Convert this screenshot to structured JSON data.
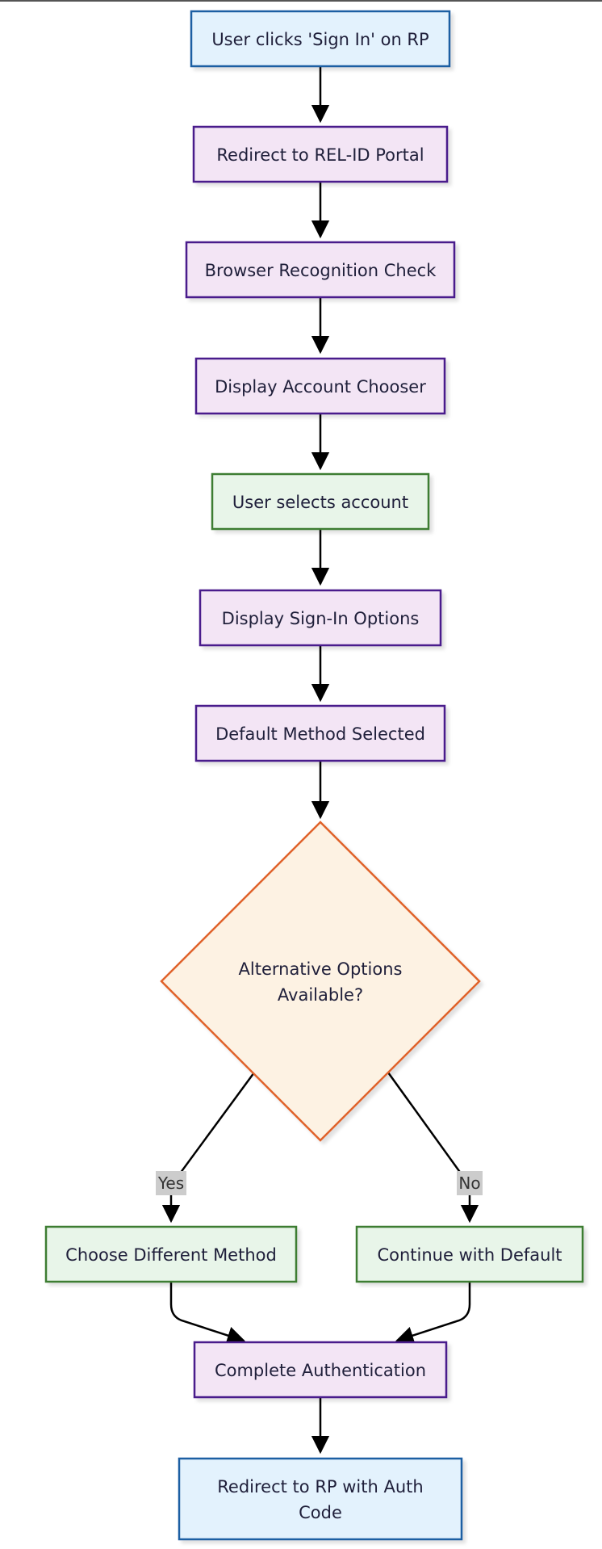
{
  "diagram": {
    "type": "flowchart",
    "colors": {
      "start_end_fill": "#e3f2fd",
      "start_end_stroke": "#1f5fa3",
      "process_fill": "#f3e5f5",
      "process_stroke": "#4a1a8c",
      "user_fill": "#e8f5e9",
      "user_stroke": "#3e7d33",
      "decision_fill": "#fdf2e3",
      "decision_stroke": "#e0622b",
      "edge": "#000000",
      "label_bg": "#cccccc"
    },
    "nodes": {
      "n1": "User clicks 'Sign In' on RP",
      "n2": "Redirect to REL-ID Portal",
      "n3": "Browser Recognition Check",
      "n4": "Display Account Chooser",
      "n5": "User selects account",
      "n6": "Display Sign-In Options",
      "n7": "Default Method Selected",
      "n8_line1": "Alternative Options",
      "n8_line2": "Available?",
      "n9": "Choose Different Method",
      "n10": "Continue with Default",
      "n11": "Complete Authentication",
      "n12_line1": "Redirect to RP with Auth",
      "n12_line2": "Code"
    },
    "edge_labels": {
      "yes": "Yes",
      "no": "No"
    }
  }
}
